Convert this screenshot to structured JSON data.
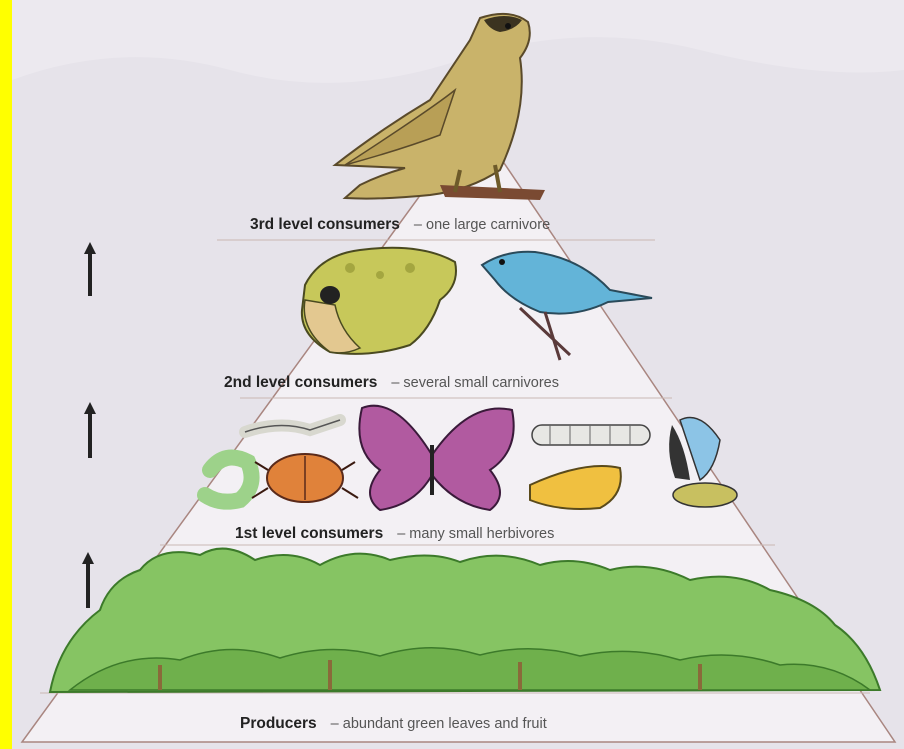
{
  "colors": {
    "left_bar": "#ffff00",
    "background": "#ece9ef",
    "pyramid_fill": "#f4f1f5",
    "pyramid_edge": "#9b7a72",
    "leaf_green": "#7fc15a",
    "leaf_dark": "#4f8f35"
  },
  "levels": {
    "third": {
      "title": "3rd level consumers",
      "desc": "– one large carnivore"
    },
    "second": {
      "title": "2nd level consumers",
      "desc": "– several small carnivores"
    },
    "first": {
      "title": "1st level consumers",
      "desc": "– many small herbivores"
    },
    "producers": {
      "title": "Producers",
      "desc": "– abundant green leaves and fruit"
    }
  },
  "illustrations": [
    "falcon-icon",
    "frog-icon",
    "blue-bird-icon",
    "worm-icon",
    "grub-icon",
    "beetle-icon",
    "butterfly-icon",
    "caterpillar-icon",
    "moth-icon",
    "fly-icon",
    "trees-icon"
  ],
  "arrows": [
    "up-arrow-icon",
    "up-arrow-icon",
    "up-arrow-icon"
  ]
}
